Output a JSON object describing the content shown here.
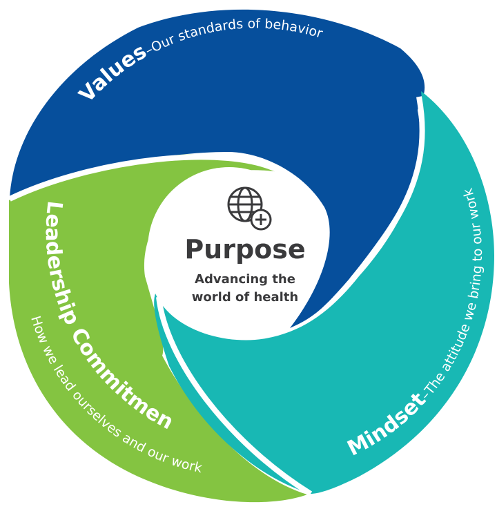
{
  "colors": {
    "values": "#064f9c",
    "mindset": "#18b8b4",
    "leadership": "#84c441",
    "center_text": "#3a3a3c"
  },
  "center": {
    "icon": "globe-plus-icon",
    "title": "Purpose",
    "line1": "Advancing the",
    "line2": "world of health"
  },
  "segments": {
    "values": {
      "title": "Values",
      "subtitle": "–Our standards of behavior"
    },
    "mindset": {
      "title": "Mindset",
      "subtitle": "–The attitude we bring to our work"
    },
    "leadership": {
      "title": "Leadership Commitments–",
      "subtitle": "How we lead ourselves and our work"
    }
  }
}
